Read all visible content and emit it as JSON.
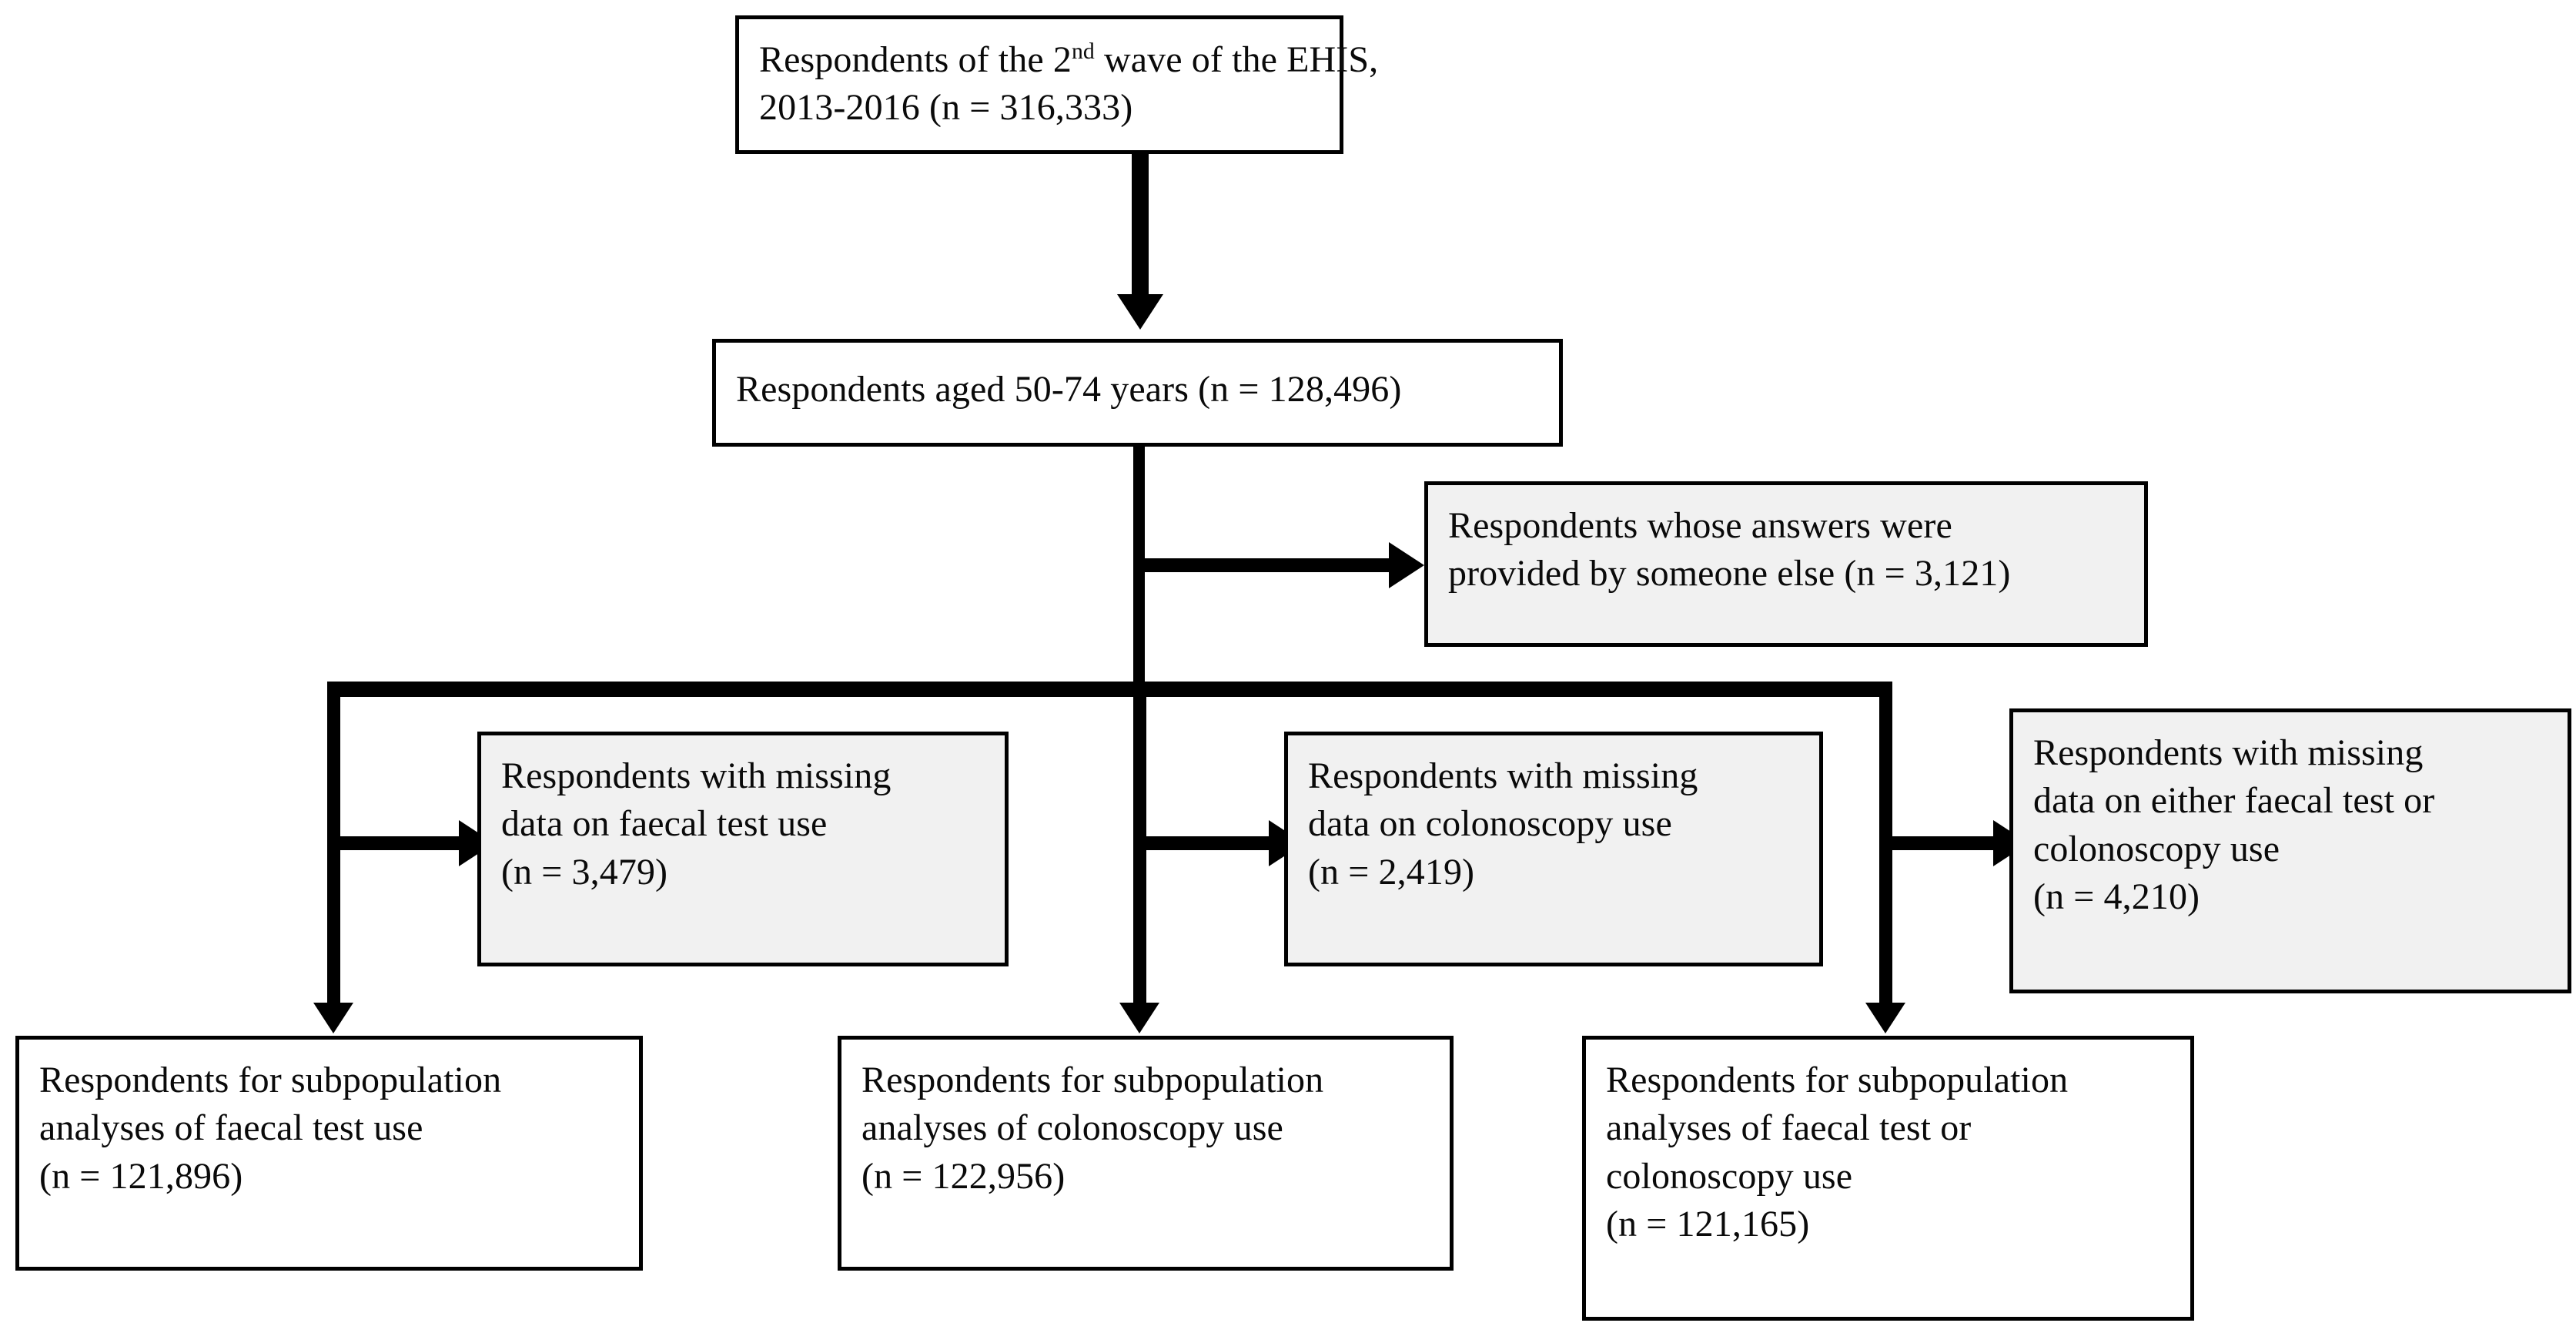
{
  "diagram": {
    "title": "EHIS colorectal cancer screening study flow diagram",
    "type": "flowchart",
    "colors": {
      "line": "#000000",
      "box_border": "#000000",
      "box_fill_included": "#ffffff",
      "box_fill_excluded": "#f1f1f1",
      "text": "#0a0a0a"
    },
    "nodes": {
      "source": {
        "line1_pre": "Respondents of the 2",
        "line1_sup": "nd",
        "line1_post": " wave of the EHIS,",
        "line2": "2013-2016 (n = 316,333)",
        "kind": "included"
      },
      "aged": {
        "line1": "Respondents aged 50-74 years (n = 128,496)",
        "kind": "included"
      },
      "proxy_excluded": {
        "line1": "Respondents whose answers were",
        "line2": "provided by someone else (n = 3,121)",
        "kind": "excluded"
      },
      "missing_faecal": {
        "line1": "Respondents with missing",
        "line2": "data on faecal test use",
        "line3": "(n = 3,479)",
        "kind": "excluded"
      },
      "missing_colonoscopy": {
        "line1": "Respondents with missing",
        "line2": "data on colonoscopy use",
        "line3": "(n = 2,419)",
        "kind": "excluded"
      },
      "missing_either": {
        "line1": "Respondents with missing",
        "line2": "data on either faecal test or",
        "line3": "colonoscopy use",
        "line4": "(n = 4,210)",
        "kind": "excluded"
      },
      "final_faecal": {
        "line1": "Respondents for subpopulation",
        "line2": "analyses of faecal test use",
        "line3": "(n = 121,896)",
        "kind": "included"
      },
      "final_colonoscopy": {
        "line1": "Respondents for subpopulation",
        "line2": "analyses of colonoscopy use",
        "line3": "(n = 122,956)",
        "kind": "included"
      },
      "final_either": {
        "line1": "Respondents for subpopulation",
        "line2": "analyses of faecal test or",
        "line3": "colonoscopy use",
        "line4": "(n = 121,165)",
        "kind": "included"
      }
    },
    "counts": {
      "source_n": "316,333",
      "aged_n": "128,496",
      "proxy_excluded_n": "3,121",
      "missing_faecal_n": "3,479",
      "missing_colonoscopy_n": "2,419",
      "missing_either_n": "4,210",
      "final_faecal_n": "121,896",
      "final_colonoscopy_n": "122,956",
      "final_either_n": "121,165"
    }
  }
}
